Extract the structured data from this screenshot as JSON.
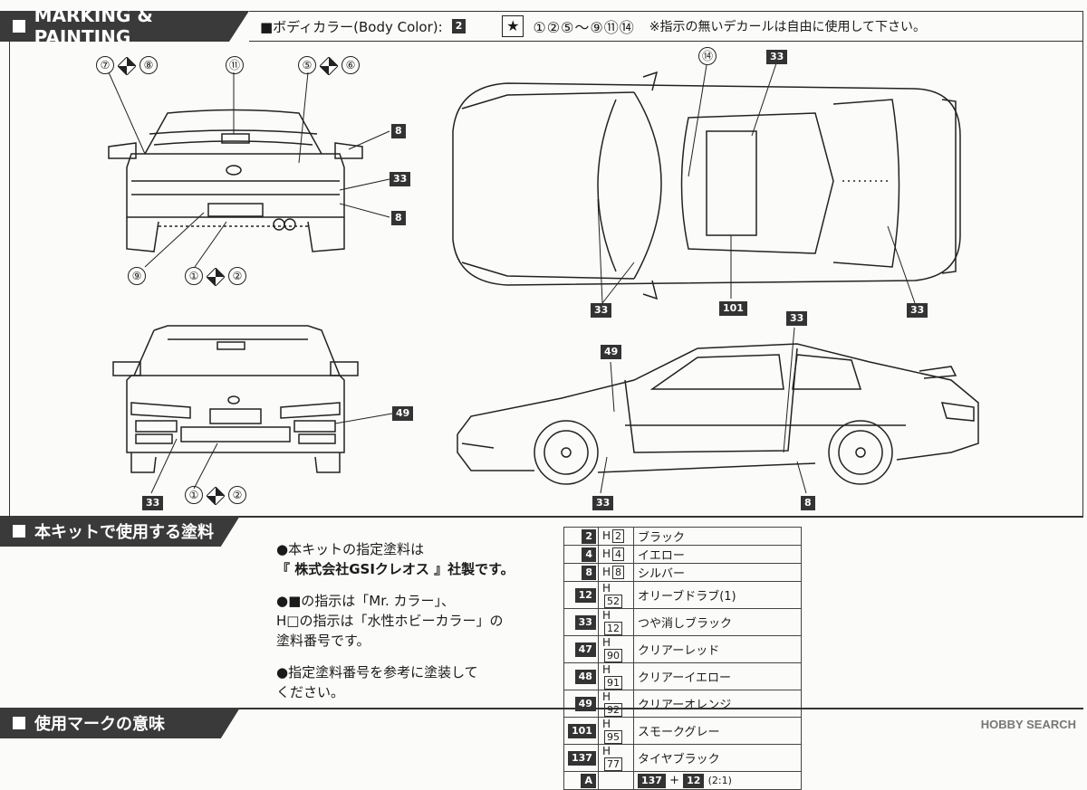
{
  "header": {
    "marking_title": "MARKING & PAINTING",
    "body_color_label": "■ボディカラー(Body Color):",
    "body_color_code": "2",
    "decal_numbers": "①②⑤〜⑨⑪⑭",
    "decal_note": "※指示の無いデカールは自由に使用して下さい。"
  },
  "rear_view_labels": {
    "l7": "⑦",
    "l8": "⑧",
    "l11": "⑪",
    "l5": "⑤",
    "l6": "⑥",
    "b8a": "8",
    "b33": "33",
    "b8b": "8",
    "l9": "⑨",
    "l1": "①",
    "l2": "②"
  },
  "top_view_labels": {
    "l14": "⑭",
    "b33a": "33",
    "b33b": "33",
    "b101": "101",
    "b33c": "33"
  },
  "front_view_labels": {
    "b49": "49",
    "b33": "33",
    "l1": "①",
    "l2": "②"
  },
  "side_view_labels": {
    "b33a": "33",
    "b49": "49",
    "b33b": "33",
    "b8": "8"
  },
  "section_paints": {
    "title": "本キットで使用する塗料",
    "note1_line1": "●本キットの指定塗料は",
    "note1_line2": "『 株式会社GSIクレオス 』社製です。",
    "note2_line1": "●■の指示は「Mr. カラー」、",
    "note2_line2": "H□の指示は「水性ホビーカラー」の",
    "note2_line3": "塗料番号です。",
    "note3_line1": "●指定塗料番号を参考に塗装して",
    "note3_line2": "ください。"
  },
  "paint_table": [
    {
      "code": "2",
      "h": "2",
      "name": "ブラック"
    },
    {
      "code": "4",
      "h": "4",
      "name": "イエロー"
    },
    {
      "code": "8",
      "h": "8",
      "name": "シルバー"
    },
    {
      "code": "12",
      "h": "52",
      "name": "オリーブドラブ(1)"
    },
    {
      "code": "33",
      "h": "12",
      "name": "つや消しブラック"
    },
    {
      "code": "47",
      "h": "90",
      "name": "クリアーレッド"
    },
    {
      "code": "48",
      "h": "91",
      "name": "クリアーイエロー"
    },
    {
      "code": "49",
      "h": "92",
      "name": "クリアーオレンジ"
    },
    {
      "code": "101",
      "h": "95",
      "name": "スモークグレー"
    },
    {
      "code": "137",
      "h": "77",
      "name": "タイヤブラック"
    }
  ],
  "mix_row": {
    "code": "A",
    "a": "137",
    "plus": "+",
    "b": "12",
    "ratio": "(2:1)"
  },
  "section_marks": {
    "title": "使用マークの意味"
  },
  "watermark": "HOBBY SEARCH"
}
